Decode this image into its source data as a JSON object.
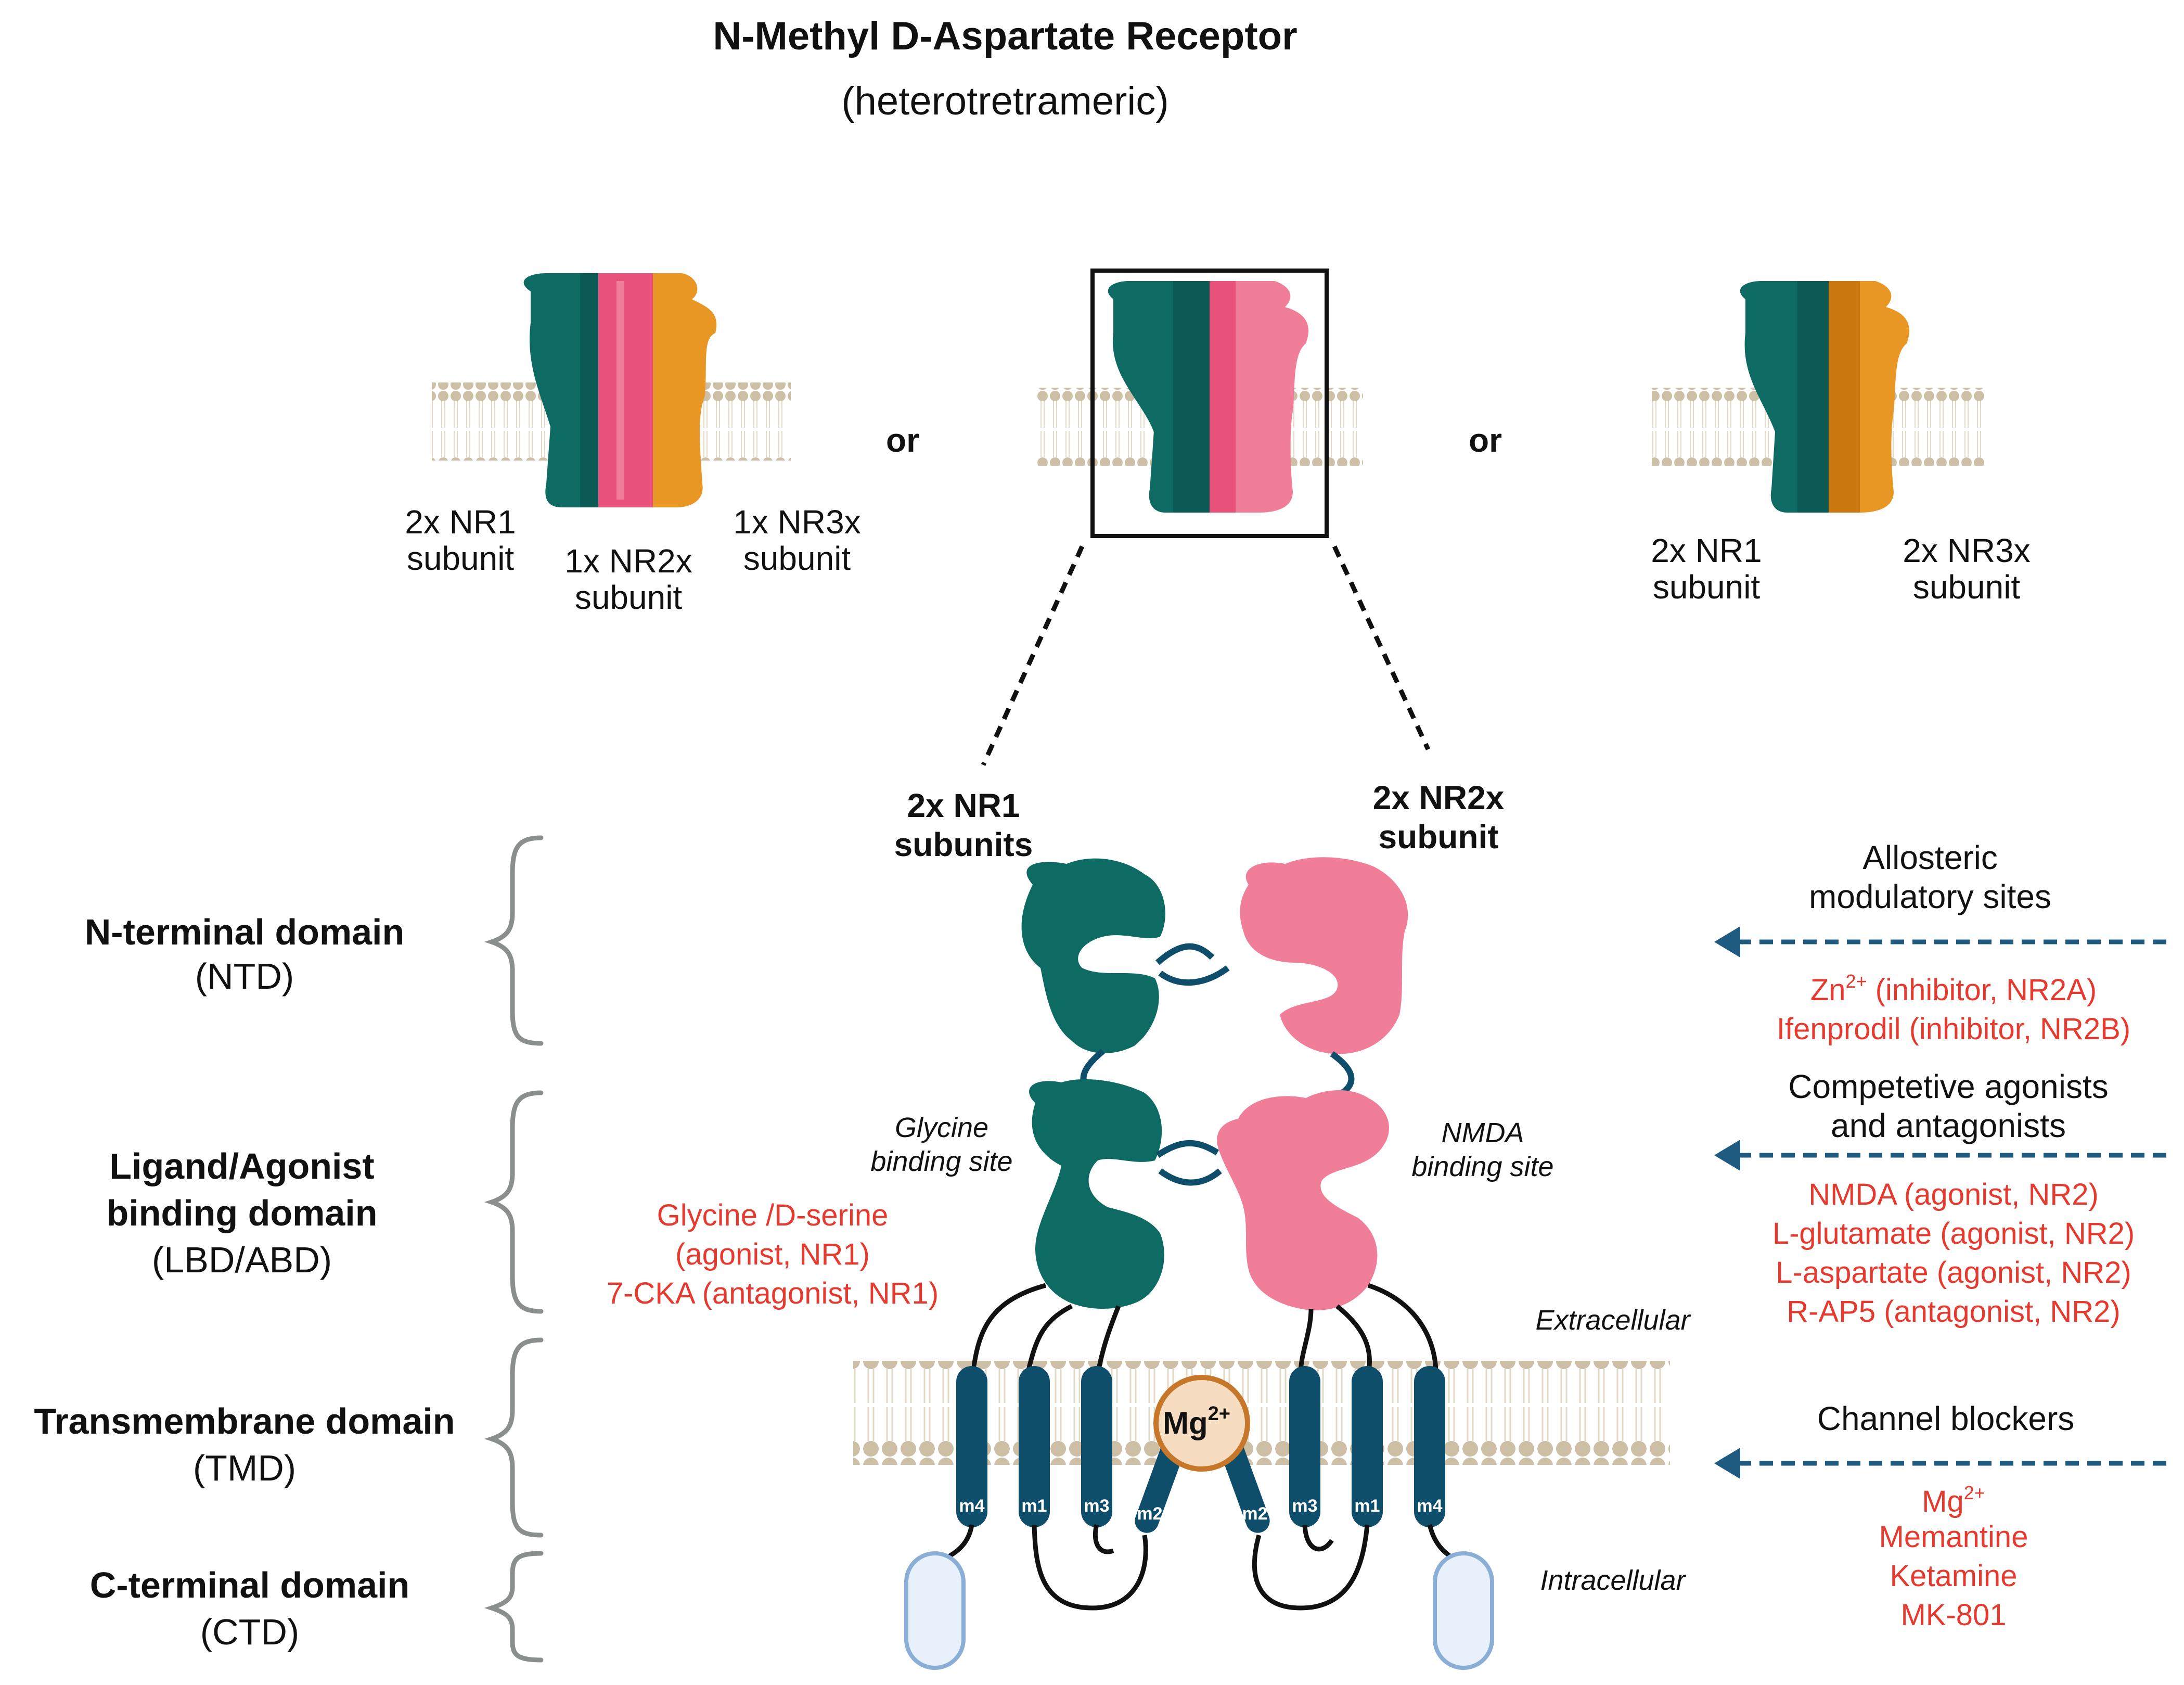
{
  "title": "N-Methyl D-Aspartate Receptor",
  "subtitle": "(heterotretrameric)",
  "or_label": "or",
  "variants": {
    "left": {
      "a_line1": "2x NR1",
      "a_line2": "subunit",
      "b_line1": "1x NR2x",
      "b_line2": "subunit",
      "c_line1": "1x NR3x",
      "c_line2": "subunit"
    },
    "right": {
      "a_line1": "2x NR1",
      "a_line2": "subunit",
      "c_line1": "2x NR3x",
      "c_line2": "subunit"
    }
  },
  "detail": {
    "nr1_line1": "2x NR1",
    "nr1_line2": "subunits",
    "nr2_line1": "2x NR2x",
    "nr2_line2": "subunit",
    "glycine_site_line1": "Glycine",
    "glycine_site_line2": "binding site",
    "nmda_site_line1": "NMDA",
    "nmda_site_line2": "binding site",
    "extracellular": "Extracellular",
    "intracellular": "Intracellular",
    "mg_label": "Mg",
    "mg_charge": "2+",
    "segments_left": [
      "m4",
      "m1",
      "m3",
      "m2"
    ],
    "segments_right": [
      "m2",
      "m3",
      "m1",
      "m4"
    ],
    "nr1_ligands": [
      "Glycine /D-serine",
      "(agonist, NR1)",
      "7-CKA (antagonist, NR1)"
    ]
  },
  "domains": [
    {
      "name": "N-terminal domain",
      "abbr": "(NTD)"
    },
    {
      "name_line1": "Ligand/Agonist",
      "name_line2": "binding domain",
      "abbr": "(LBD/ABD)"
    },
    {
      "name": "Transmembrane domain",
      "abbr": "(TMD)"
    },
    {
      "name": "C-terminal domain",
      "abbr": "(CTD)"
    }
  ],
  "sites": {
    "allosteric": {
      "heading_line1": "Allosteric",
      "heading_line2": "modulatory sites",
      "zn_symbol": "Zn",
      "zn_charge": "2+",
      "zn_rest": " (inhibitor, NR2A)",
      "items": [
        "Ifenprodil (inhibitor, NR2B)"
      ]
    },
    "competitive": {
      "heading_line1": "Competetive agonists",
      "heading_line2": "and antagonists",
      "items": [
        "NMDA (agonist, NR2)",
        "L-glutamate (agonist, NR2)",
        "L-aspartate (agonist, NR2)",
        "R-AP5 (antagonist, NR2)"
      ]
    },
    "blockers": {
      "heading": "Channel blockers",
      "mg_symbol": "Mg",
      "mg_charge": "2+",
      "items": [
        "Memantine",
        "Ketamine",
        "MK-801"
      ]
    }
  },
  "colors": {
    "nr1_teal": "#0e6b63",
    "nr1_dark": "#0b5a55",
    "nr2_pink": "#f07e98",
    "nr2_magenta": "#e8527a",
    "nr3_orange": "#e89624",
    "nr3_dark_orange": "#c9780f",
    "helix_blue": "#0f4e6b",
    "mg_fill": "#f6dcc0",
    "mg_stroke": "#c6772a",
    "ligand_red": "#e53a2f",
    "lipid_head": "#cdbfa6",
    "arrow_blue": "#1f5a80",
    "brace_gray": "#8a8e8c",
    "ctd_fill": "#e8f1fb",
    "ctd_stroke": "#8aaed6"
  }
}
